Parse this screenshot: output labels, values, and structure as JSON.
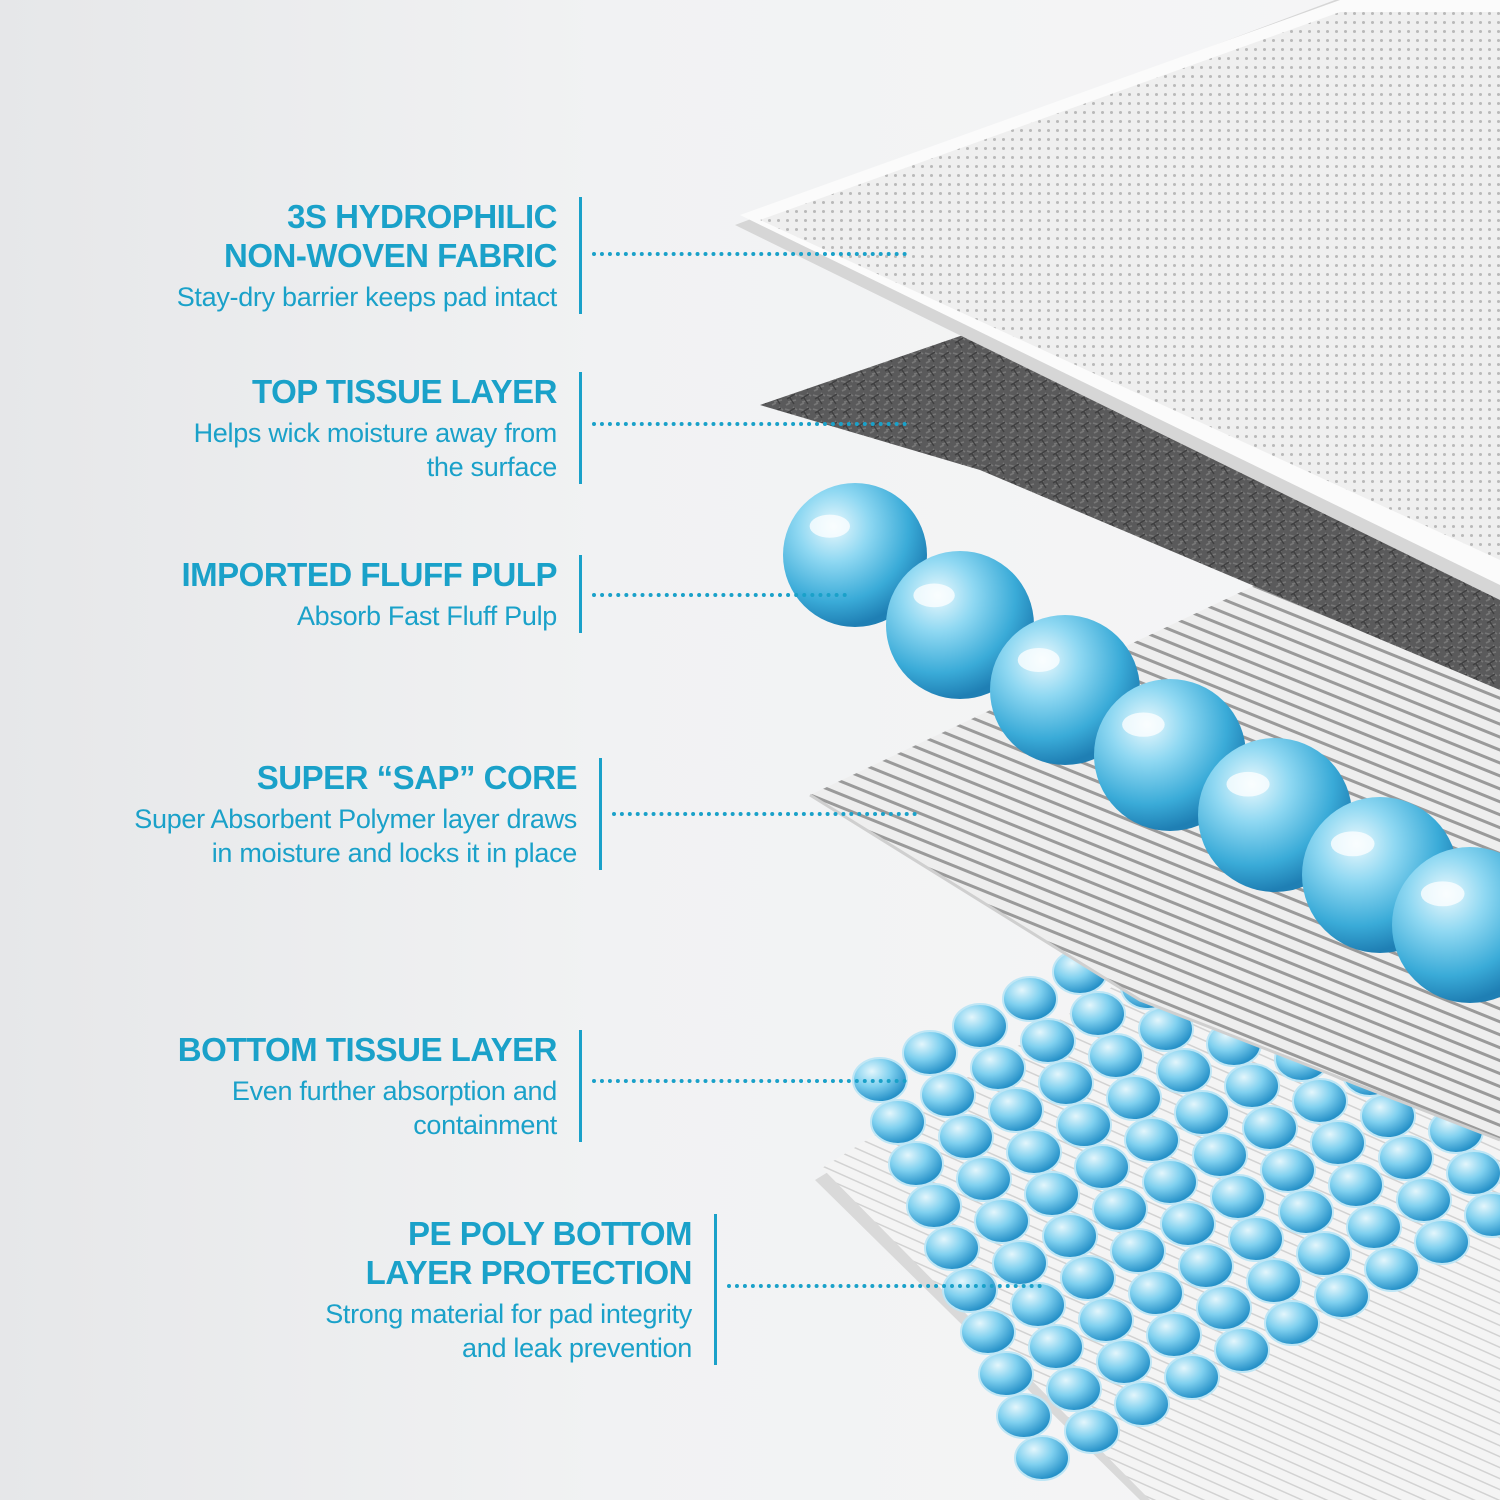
{
  "colors": {
    "accent": "#1aa1c9",
    "fabric_top": "#f3f3f3",
    "tissue_dark": "#555556",
    "bead_light": "#bfeaf7",
    "bead_dark": "#2a9cd0"
  },
  "layers": [
    {
      "title": "3S HYDROPHILIC\nNON-WOVEN FABRIC",
      "description": "Stay-dry barrier keeps pad intact"
    },
    {
      "title": "TOP TISSUE LAYER",
      "description": "Helps wick moisture away from\nthe surface"
    },
    {
      "title": "IMPORTED FLUFF PULP",
      "description": "Absorb Fast Fluff Pulp"
    },
    {
      "title": "SUPER “SAP” CORE",
      "description": "Super Absorbent Polymer layer draws\nin moisture and locks it in place"
    },
    {
      "title": "BOTTOM TISSUE LAYER",
      "description": "Even further absorption and\ncontainment"
    },
    {
      "title": "PE POLY BOTTOM\nLAYER PROTECTION",
      "description": "Strong material for pad integrity\nand leak prevention"
    }
  ]
}
